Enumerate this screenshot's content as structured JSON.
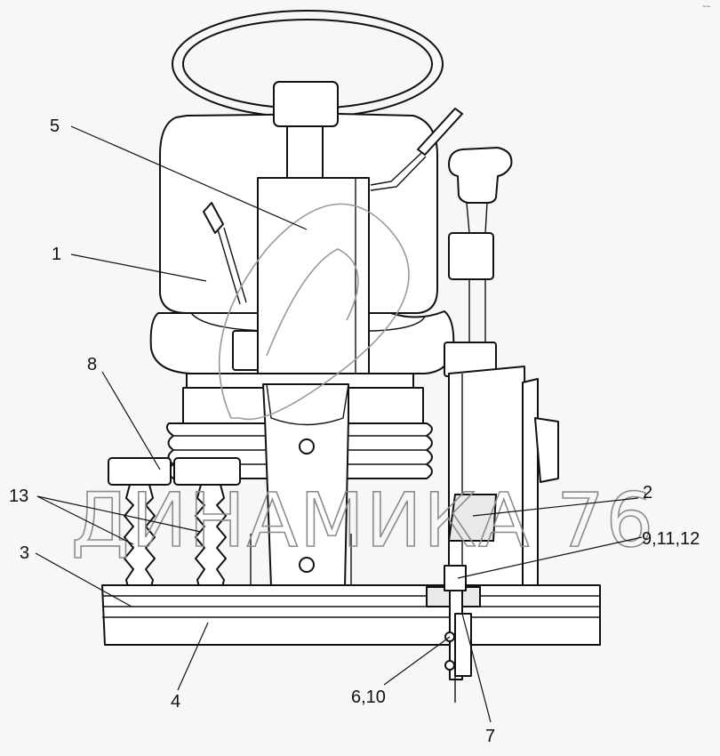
{
  "corner_mark": "~~",
  "watermark": {
    "text": "ДИНАМИКА 76"
  },
  "callouts": [
    {
      "id": "c1",
      "label": "1"
    },
    {
      "id": "c2",
      "label": "2"
    },
    {
      "id": "c3",
      "label": "3"
    },
    {
      "id": "c4",
      "label": "4"
    },
    {
      "id": "c5",
      "label": "5"
    },
    {
      "id": "c610",
      "label": "6,10"
    },
    {
      "id": "c7",
      "label": "7"
    },
    {
      "id": "c8",
      "label": "8"
    },
    {
      "id": "c91112",
      "label": "9,11,12"
    },
    {
      "id": "c13",
      "label": "13"
    }
  ]
}
